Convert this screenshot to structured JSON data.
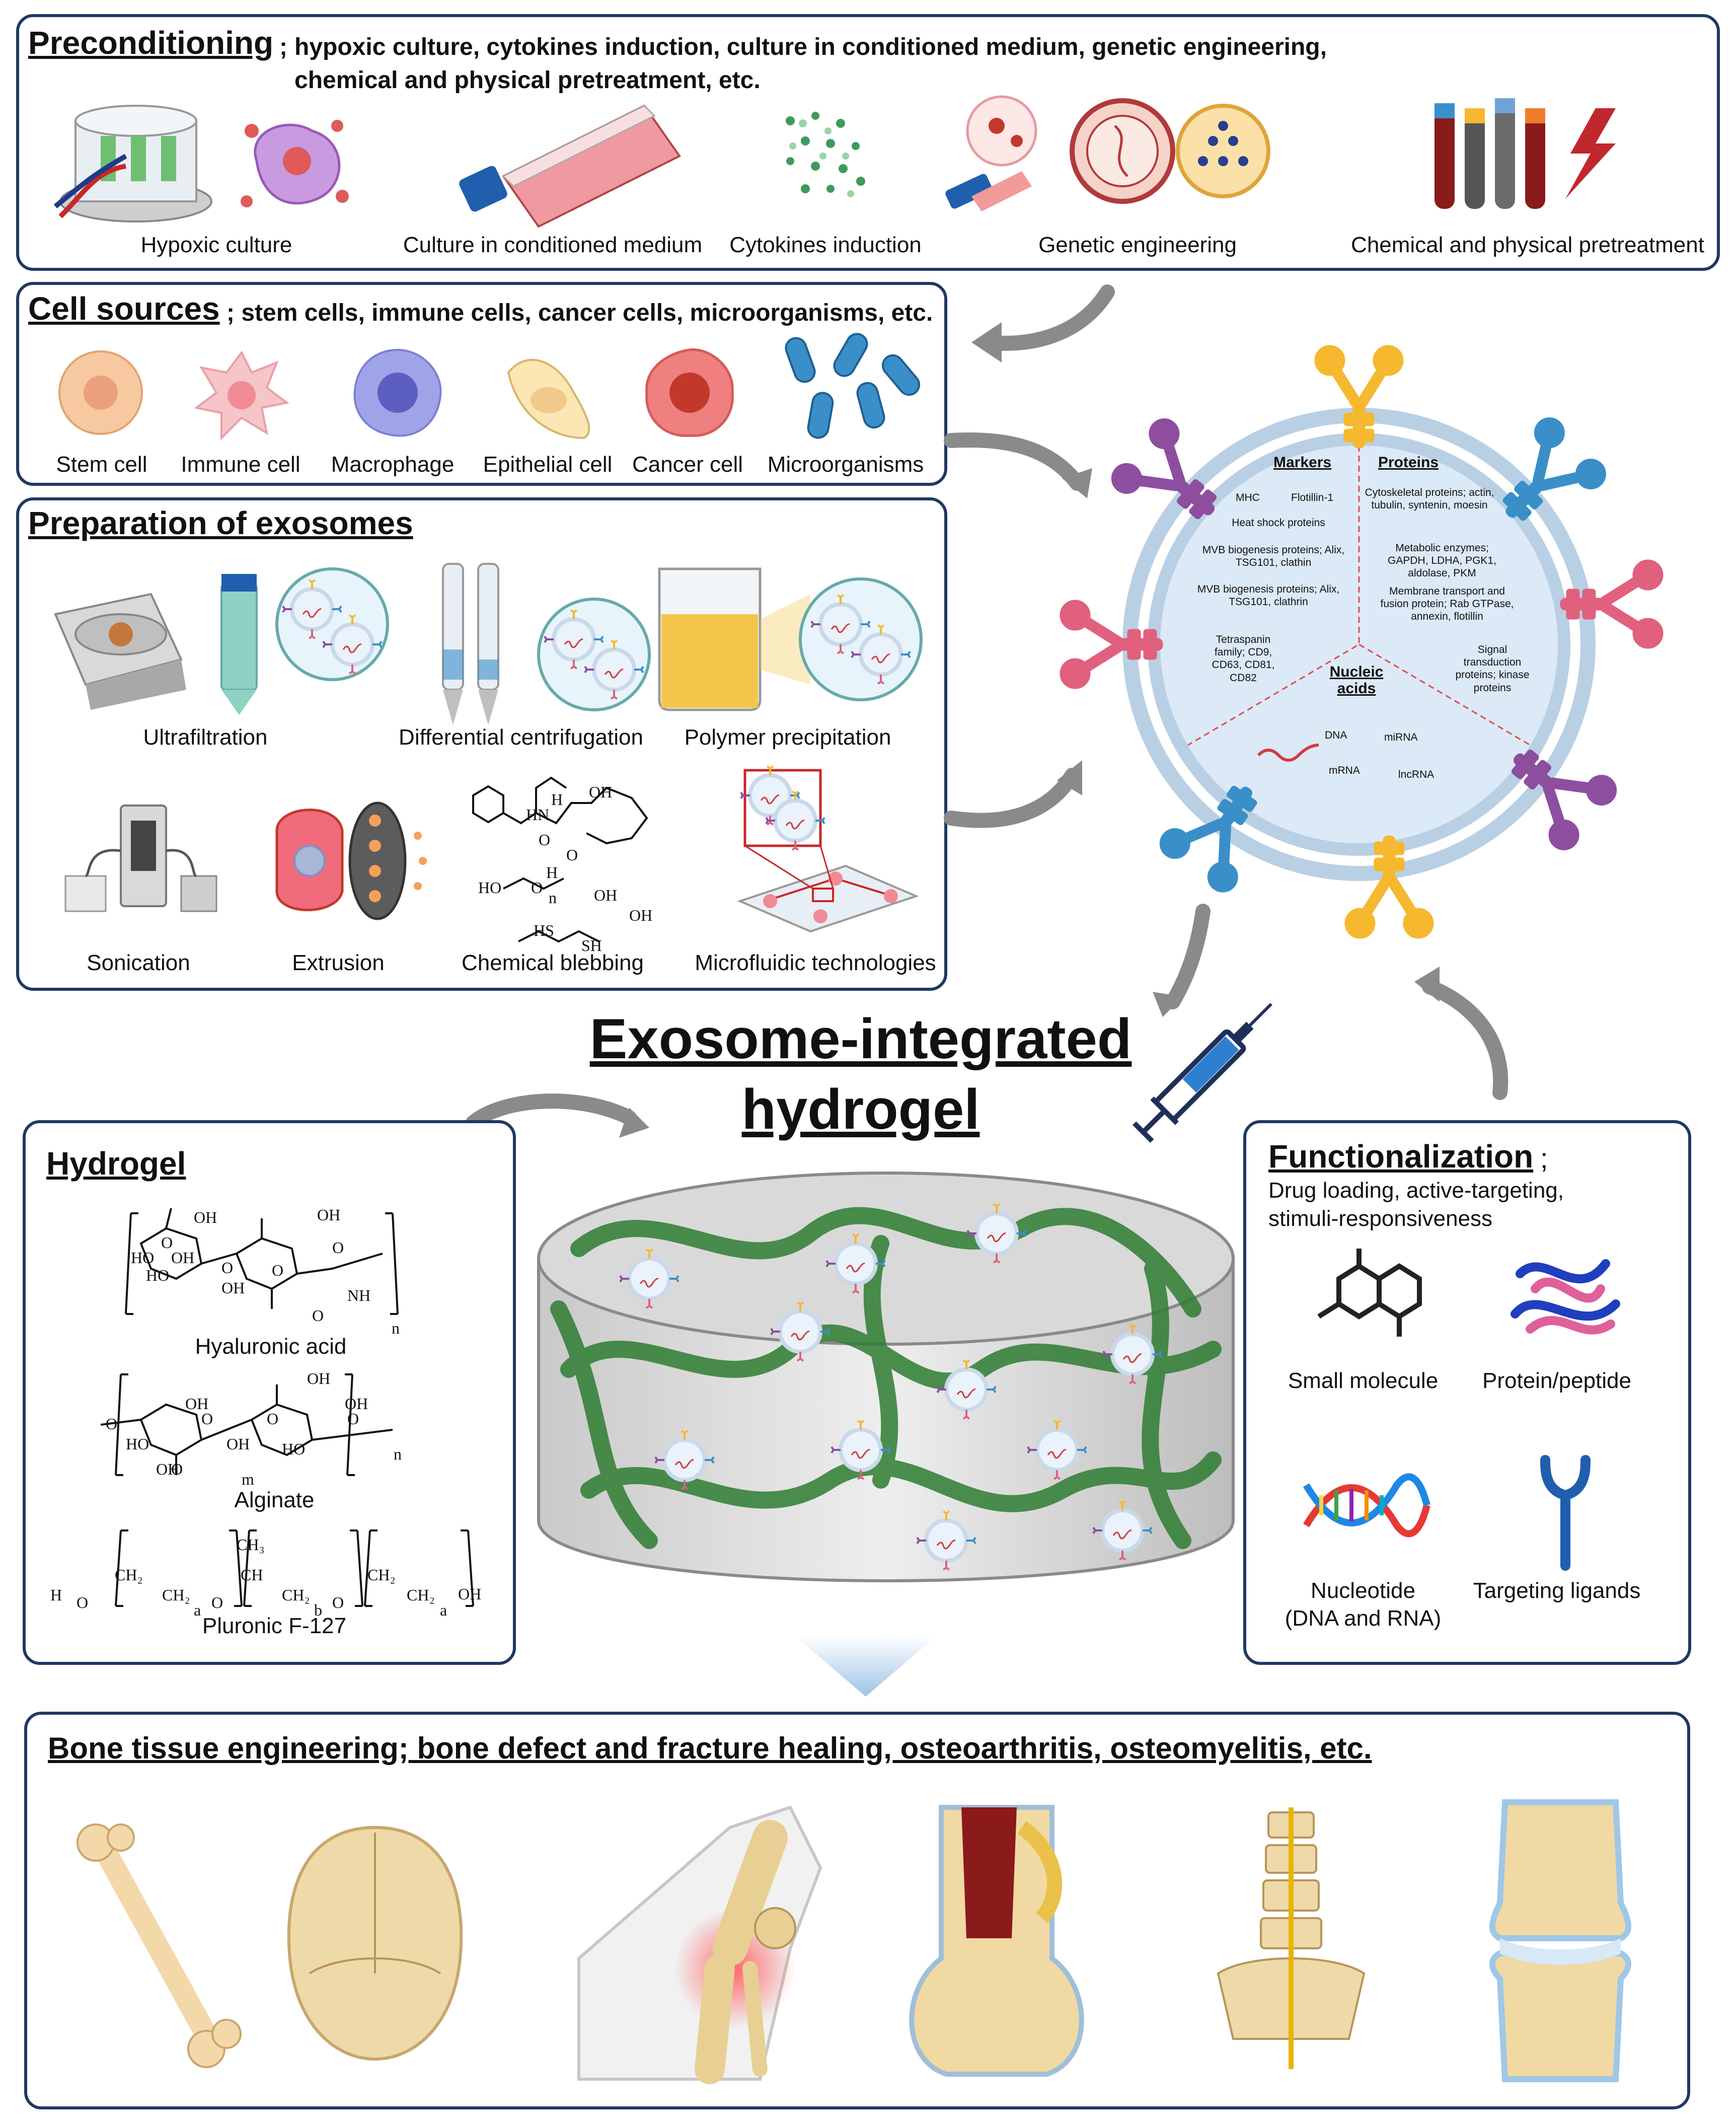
{
  "preconditioning": {
    "title": "Preconditioning",
    "separator": ";",
    "subtitle_line1": "hypoxic culture, cytokines induction, culture in conditioned medium, genetic engineering,",
    "subtitle_line2": "chemical and physical pretreatment, etc.",
    "items": [
      "Hypoxic culture",
      "Culture in conditioned medium",
      "Cytokines induction",
      "Genetic engineering",
      "Chemical and physical pretreatment"
    ]
  },
  "cell_sources": {
    "title": "Cell sources",
    "subtitle": "; stem cells, immune cells, cancer cells, microorganisms, etc.",
    "items": [
      "Stem cell",
      "Immune cell",
      "Macrophage",
      "Epithelial cell",
      "Cancer cell",
      "Microorganisms"
    ]
  },
  "preparation": {
    "title": "Preparation of exosomes",
    "items": [
      "Ultrafiltration",
      "Differential centrifugation",
      "Polymer precipitation",
      "Sonication",
      "Extrusion",
      "Chemical blebbing",
      "Microfluidic technologies"
    ],
    "chem_labels": [
      "HO",
      "H",
      "O",
      "n",
      "OH",
      "HS",
      "SH",
      "OH",
      "HN",
      "O",
      "H",
      "O",
      "OH"
    ]
  },
  "exosome": {
    "sections": {
      "markers": "Markers",
      "proteins": "Proteins",
      "nucleic_acids": "Nucleic acids"
    },
    "markers_items": [
      "MHC",
      "Flotillin-1",
      "Heat shock proteins",
      "MVB biogenesis proteins; Alix, TSG101, clathin",
      "MVB biogenesis proteins; Alix, TSG101, clathrin",
      "Tetraspanin family; CD9, CD63, CD81, CD82"
    ],
    "proteins_items": [
      "Cytoskeletal proteins; actin, tubulin, syntenin, moesin",
      "Metabolic enzymes; GAPDH, LDHA, PGK1, aldolase, PKM",
      "Membrane transport and fusion protein; Rab GTPase, annexin, flotillin",
      "Signal transduction proteins; kinase proteins"
    ],
    "nucleic_items": [
      "DNA",
      "miRNA",
      "mRNA",
      "lncRNA"
    ]
  },
  "center_title": {
    "line1": "Exosome-integrated",
    "line2": "hydrogel"
  },
  "hydrogel": {
    "title": "Hydrogel",
    "items": [
      "Hyaluronic acid",
      "Alginate",
      "Pluronic F-127"
    ],
    "chem": {
      "ha": [
        "OH",
        "O",
        "OH",
        "HO",
        "O",
        "O",
        "HO",
        "OH",
        "O",
        "OH",
        "NH",
        "O",
        "n"
      ],
      "alg": [
        "OH",
        "O",
        "OH",
        "HO",
        "OH",
        "O",
        "O",
        "HO",
        "OH",
        "O",
        "OH",
        "m",
        "n",
        "O"
      ],
      "pluronic": [
        "H",
        "O",
        "CH₂",
        "CH₂",
        "a",
        "O",
        "CH₃",
        "CH",
        "CH₂",
        "b",
        "O",
        "CH₂",
        "CH₂",
        "a",
        "OH"
      ]
    }
  },
  "functionalization": {
    "title": "Functionalization",
    "separator": ";",
    "subtitle_line1": "Drug loading, active-targeting,",
    "subtitle_line2": "stimuli-responsiveness",
    "items": [
      "Small molecule",
      "Protein/peptide",
      "Nucleotide",
      "(DNA and RNA)",
      "Targeting ligands"
    ]
  },
  "bone": {
    "title": "Bone tissue engineering; bone defect and fracture healing, osteoarthritis, osteomyelitis, etc."
  },
  "colors": {
    "panel_border": "#1f3864",
    "exosome_fill": "#dce9f7",
    "exosome_ring": "#b9cfe4",
    "gel_green": "#2e7d32",
    "arrow_gray": "#808080",
    "receptor_yellow": "#f5b82e",
    "receptor_blue": "#3a8fc9",
    "receptor_purple": "#8e4ea0",
    "receptor_pink": "#e0607e"
  }
}
